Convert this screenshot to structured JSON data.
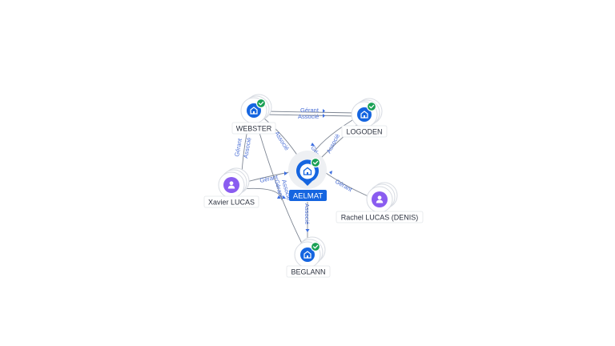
{
  "nodes": {
    "aelmat": {
      "label": "AELMAT",
      "type": "company",
      "verified": true,
      "icon": "building-icon",
      "color": "#1565e0",
      "role": "center"
    },
    "webster": {
      "label": "WEBSTER",
      "type": "company",
      "verified": true,
      "icon": "building-icon",
      "color": "#1565e0"
    },
    "logoden": {
      "label": "LOGODEN",
      "type": "company",
      "verified": true,
      "icon": "building-icon",
      "color": "#1565e0"
    },
    "beglann": {
      "label": "BEGLANN",
      "type": "company",
      "verified": true,
      "icon": "building-icon",
      "color": "#1565e0"
    },
    "xavier": {
      "label": "Xavier LUCAS",
      "type": "person",
      "icon": "person-icon",
      "color": "#8a5cf0"
    },
    "rachel": {
      "label": "Rachel LUCAS (DENIS)",
      "type": "person",
      "icon": "person-icon",
      "color": "#8a5cf0"
    }
  },
  "edges": {
    "webster_logoden_gerant": "Gérant",
    "webster_logoden_associe": "Associé",
    "xavier_webster_gerant": "Gérant",
    "xavier_webster_associe": "Associé",
    "webster_aelmat_associe": "Associé",
    "logoden_aelmat_associe": "Associé",
    "aelmat_logoden_gerant": "Gérant",
    "xavier_aelmat_gerant": "Gérant",
    "rachel_aelmat_gerant": "Gérant",
    "aelmat_beglann_associe": "Associé",
    "xavier_beglann_gerant": "Gérant",
    "xavier_beglann_associe": "Associé"
  },
  "colors": {
    "verified": "#1aa055",
    "edge": "#7f8794",
    "edge_label": "#4a6fd6",
    "arrow": "#3d6fe0"
  }
}
